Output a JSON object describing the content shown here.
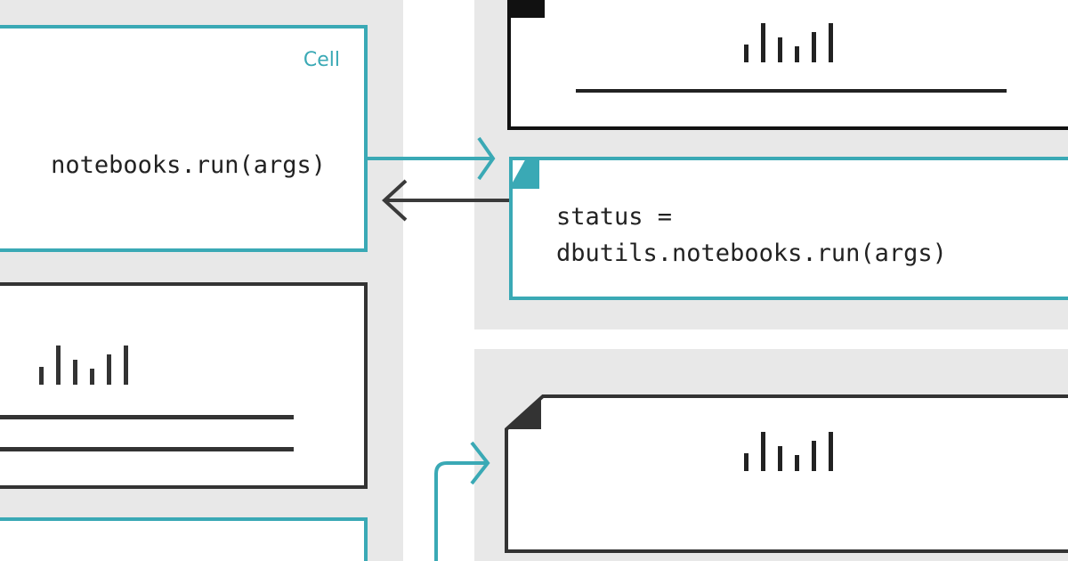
{
  "colors": {
    "accent": "#3aa9b5",
    "dark": "#333333",
    "panel": "#e8e8e8"
  },
  "left_cell": {
    "label": "Cell",
    "code": "notebooks.run(args)"
  },
  "right_cell": {
    "line1": "status =",
    "line2": "dbutils.notebooks.run(args)"
  },
  "icons": [
    "bar-chart-icon",
    "arrow-right-icon",
    "arrow-left-icon",
    "folded-corner-icon"
  ]
}
